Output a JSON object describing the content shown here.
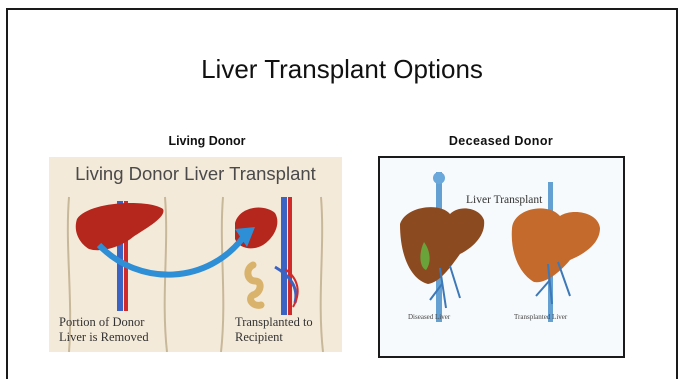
{
  "slide": {
    "title": "Liver Transplant Options"
  },
  "left_section": {
    "caption": "Living Donor",
    "image": {
      "heading": "Living Donor Liver Transplant",
      "label_donor_line1": "Portion of Donor",
      "label_donor_line2": "Liver is Removed",
      "label_recipient_line1": "Transplanted to",
      "label_recipient_line2": "Recipient"
    }
  },
  "right_section": {
    "caption": "Deceased Donor",
    "image": {
      "heading": "Liver Transplant",
      "label_left": "Diseased Liver",
      "label_right": "Transplanted Liver"
    }
  },
  "colors": {
    "liver": "#b5261c",
    "liver_brown": "#a6512a",
    "vein_blue": "#3a63c4",
    "artery_red": "#d02a2a",
    "arrow_blue": "#2e8fd6",
    "skin": "#f4ead9"
  }
}
